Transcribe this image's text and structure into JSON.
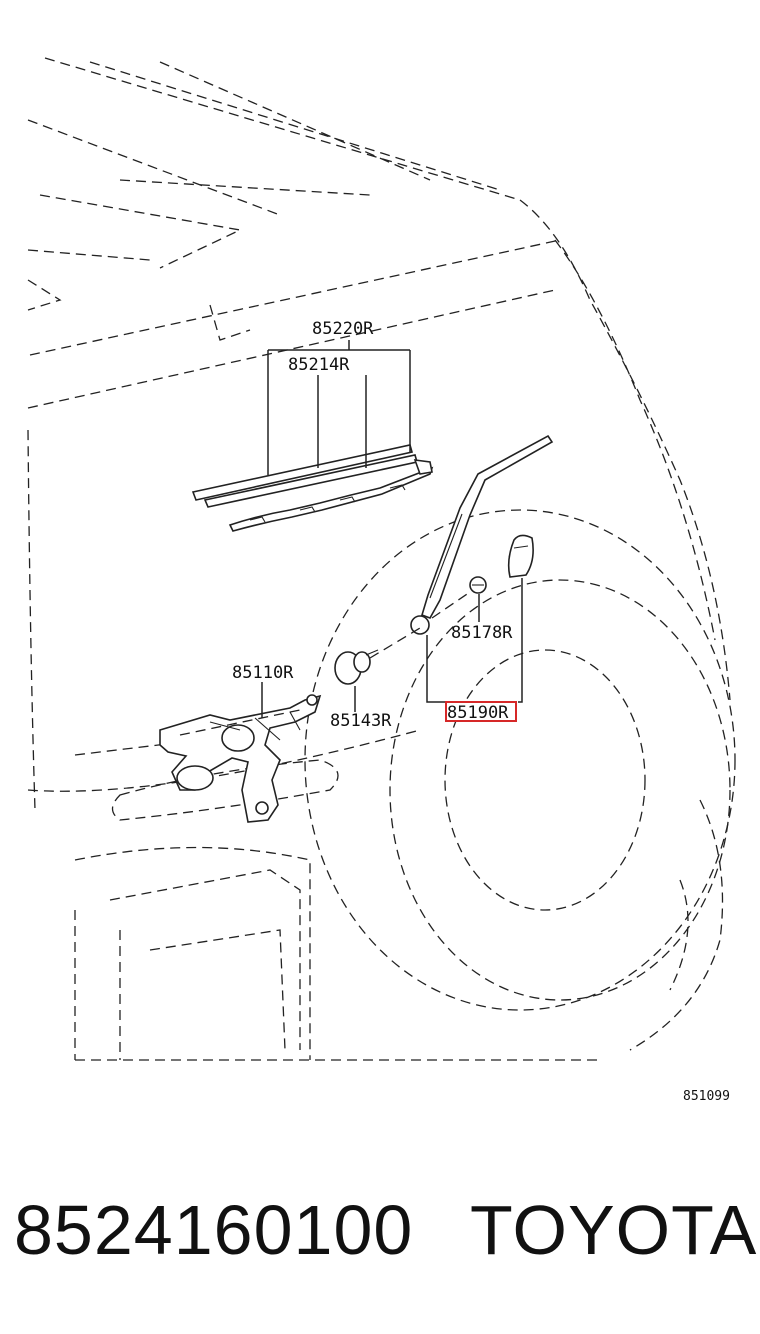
{
  "diagram": {
    "callouts": {
      "wiper_blade_assy": "85220R",
      "wiper_rubber": "85214R",
      "wiper_motor": "85110R",
      "pivot_nut": "85143R",
      "arm_nut": "85178R",
      "arm_cap": "85190R"
    },
    "highlighted_callout": "arm_cap",
    "highlight_color": "#d62828",
    "figure_code": "851099"
  },
  "footer": {
    "part_number": "8524160100",
    "brand": "TOYOTA"
  }
}
